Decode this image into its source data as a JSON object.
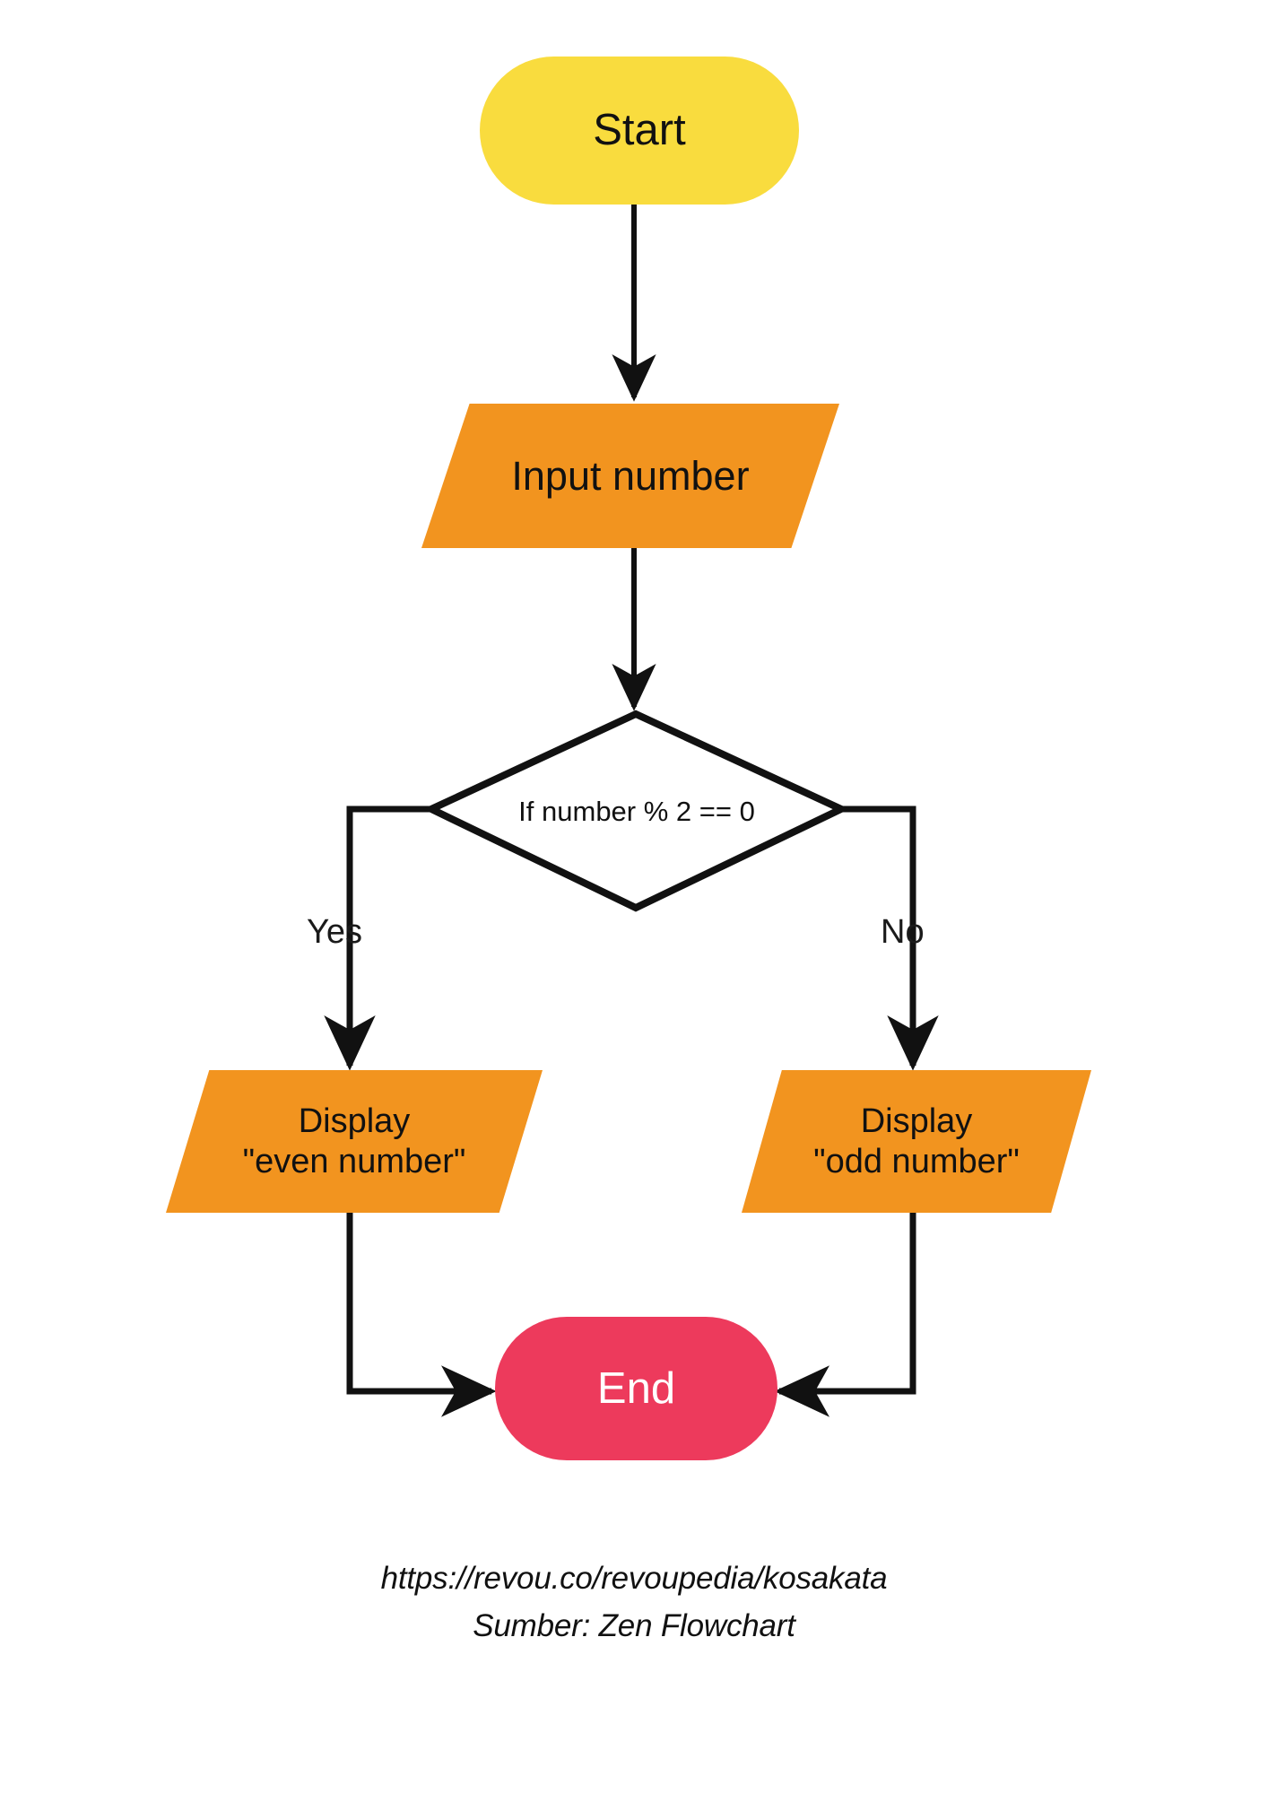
{
  "diagram": {
    "type": "flowchart",
    "title": "Even or odd number flowchart",
    "background": "#FFFFFF",
    "colors": {
      "start_fill": "#F9DC3E",
      "io_fill": "#F2941F",
      "end_fill": "#ED3A5C",
      "end_text": "#FFFFFF",
      "line": "#111111",
      "text": "#111111"
    },
    "nodes": {
      "start": {
        "label": "Start",
        "shape": "terminator"
      },
      "input": {
        "label": "Input number",
        "shape": "parallelogram"
      },
      "decision": {
        "label": "If number % 2 == 0",
        "shape": "diamond"
      },
      "display_even": {
        "label": "Display\n\"even number\"",
        "shape": "parallelogram"
      },
      "display_odd": {
        "label": "Display\n\"odd number\"",
        "shape": "parallelogram"
      },
      "end": {
        "label": "End",
        "shape": "terminator"
      }
    },
    "branches": {
      "yes": "Yes",
      "no": "No"
    },
    "footer": {
      "url": "https://revou.co/revoupedia/kosakata",
      "source": "Sumber: Zen Flowchart"
    }
  }
}
